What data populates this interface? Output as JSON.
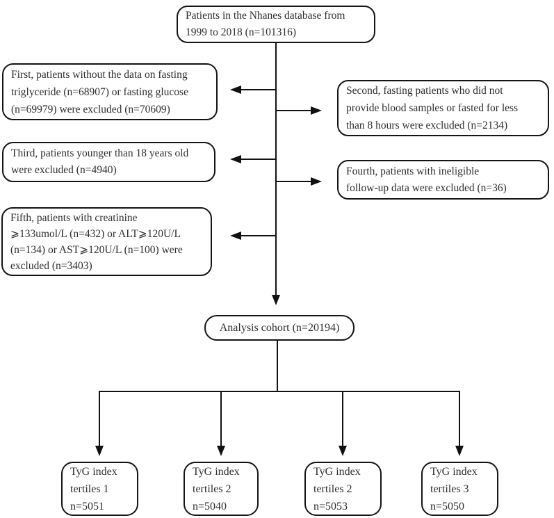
{
  "flowchart": {
    "colors": {
      "background": "#ffffff",
      "box_border": "#141414",
      "connector_line": "#111111",
      "text": "#2e2e2e"
    },
    "nodes": {
      "source": "Patients in the Nhanes database from\n1999 to 2018 (n=101316)",
      "exclusion_first": "First, patients without the data on fasting\ntriglyceride (n=68907) or fasting glucose\n(n=69979) were excluded (n=70609)",
      "exclusion_second": "Second, fasting patients who did not\nprovide blood samples or fasted for less\nthan 8 hours were excluded (n=2134)",
      "exclusion_third": "Third, patients younger than 18 years old\nwere excluded (n=4940)",
      "exclusion_fourth": "Fourth, patients with ineligible\nfollow-up data were excluded (n=36)",
      "exclusion_fifth": "Fifth, patients with creatinine\n⩾133umol/L (n=432) or ALT⩾120U/L\n(n=134) or AST⩾120U/L (n=100) were\nexcluded (n=3403)",
      "analysis_cohort": "Analysis cohort (n=20194)",
      "tertile_1": "TyG index\ntertiles 1\nn=5051",
      "tertile_2": "TyG index\ntertiles 2\nn=5040",
      "tertile_3": "TyG index\ntertiles 2\nn=5053",
      "tertile_4": "TyG index\ntertiles 3\nn=5050"
    }
  }
}
